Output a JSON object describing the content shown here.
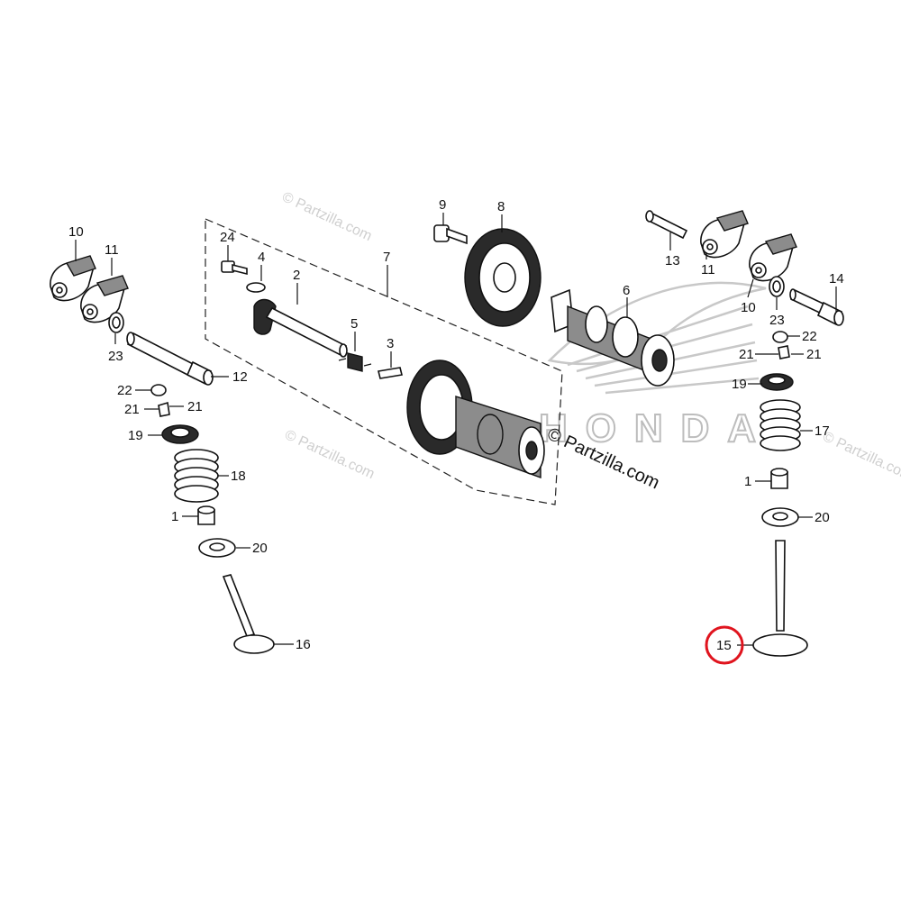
{
  "watermark": {
    "text": "© Partzilla.com"
  },
  "site_label": "© Partzilla.com",
  "brand_text": "HONDA",
  "highlight": {
    "callout": "15",
    "color": "#e0141e"
  },
  "callouts": {
    "c1L": "1",
    "c1R": "1",
    "c2": "2",
    "c3": "3",
    "c4": "4",
    "c5": "5",
    "c6": "6",
    "c7": "7",
    "c8": "8",
    "c9": "9",
    "c10L": "10",
    "c10R": "10",
    "c11L": "11",
    "c11R": "11",
    "c12": "12",
    "c13": "13",
    "c14": "14",
    "c15": "15",
    "c16": "16",
    "c17": "17",
    "c18": "18",
    "c19L": "19",
    "c19R": "19",
    "c20L": "20",
    "c20R": "20",
    "c21L1": "21",
    "c21L2": "21",
    "c21R1": "21",
    "c21R2": "21",
    "c22L": "22",
    "c22R": "22",
    "c23L": "23",
    "c23R": "23",
    "c24": "24"
  }
}
